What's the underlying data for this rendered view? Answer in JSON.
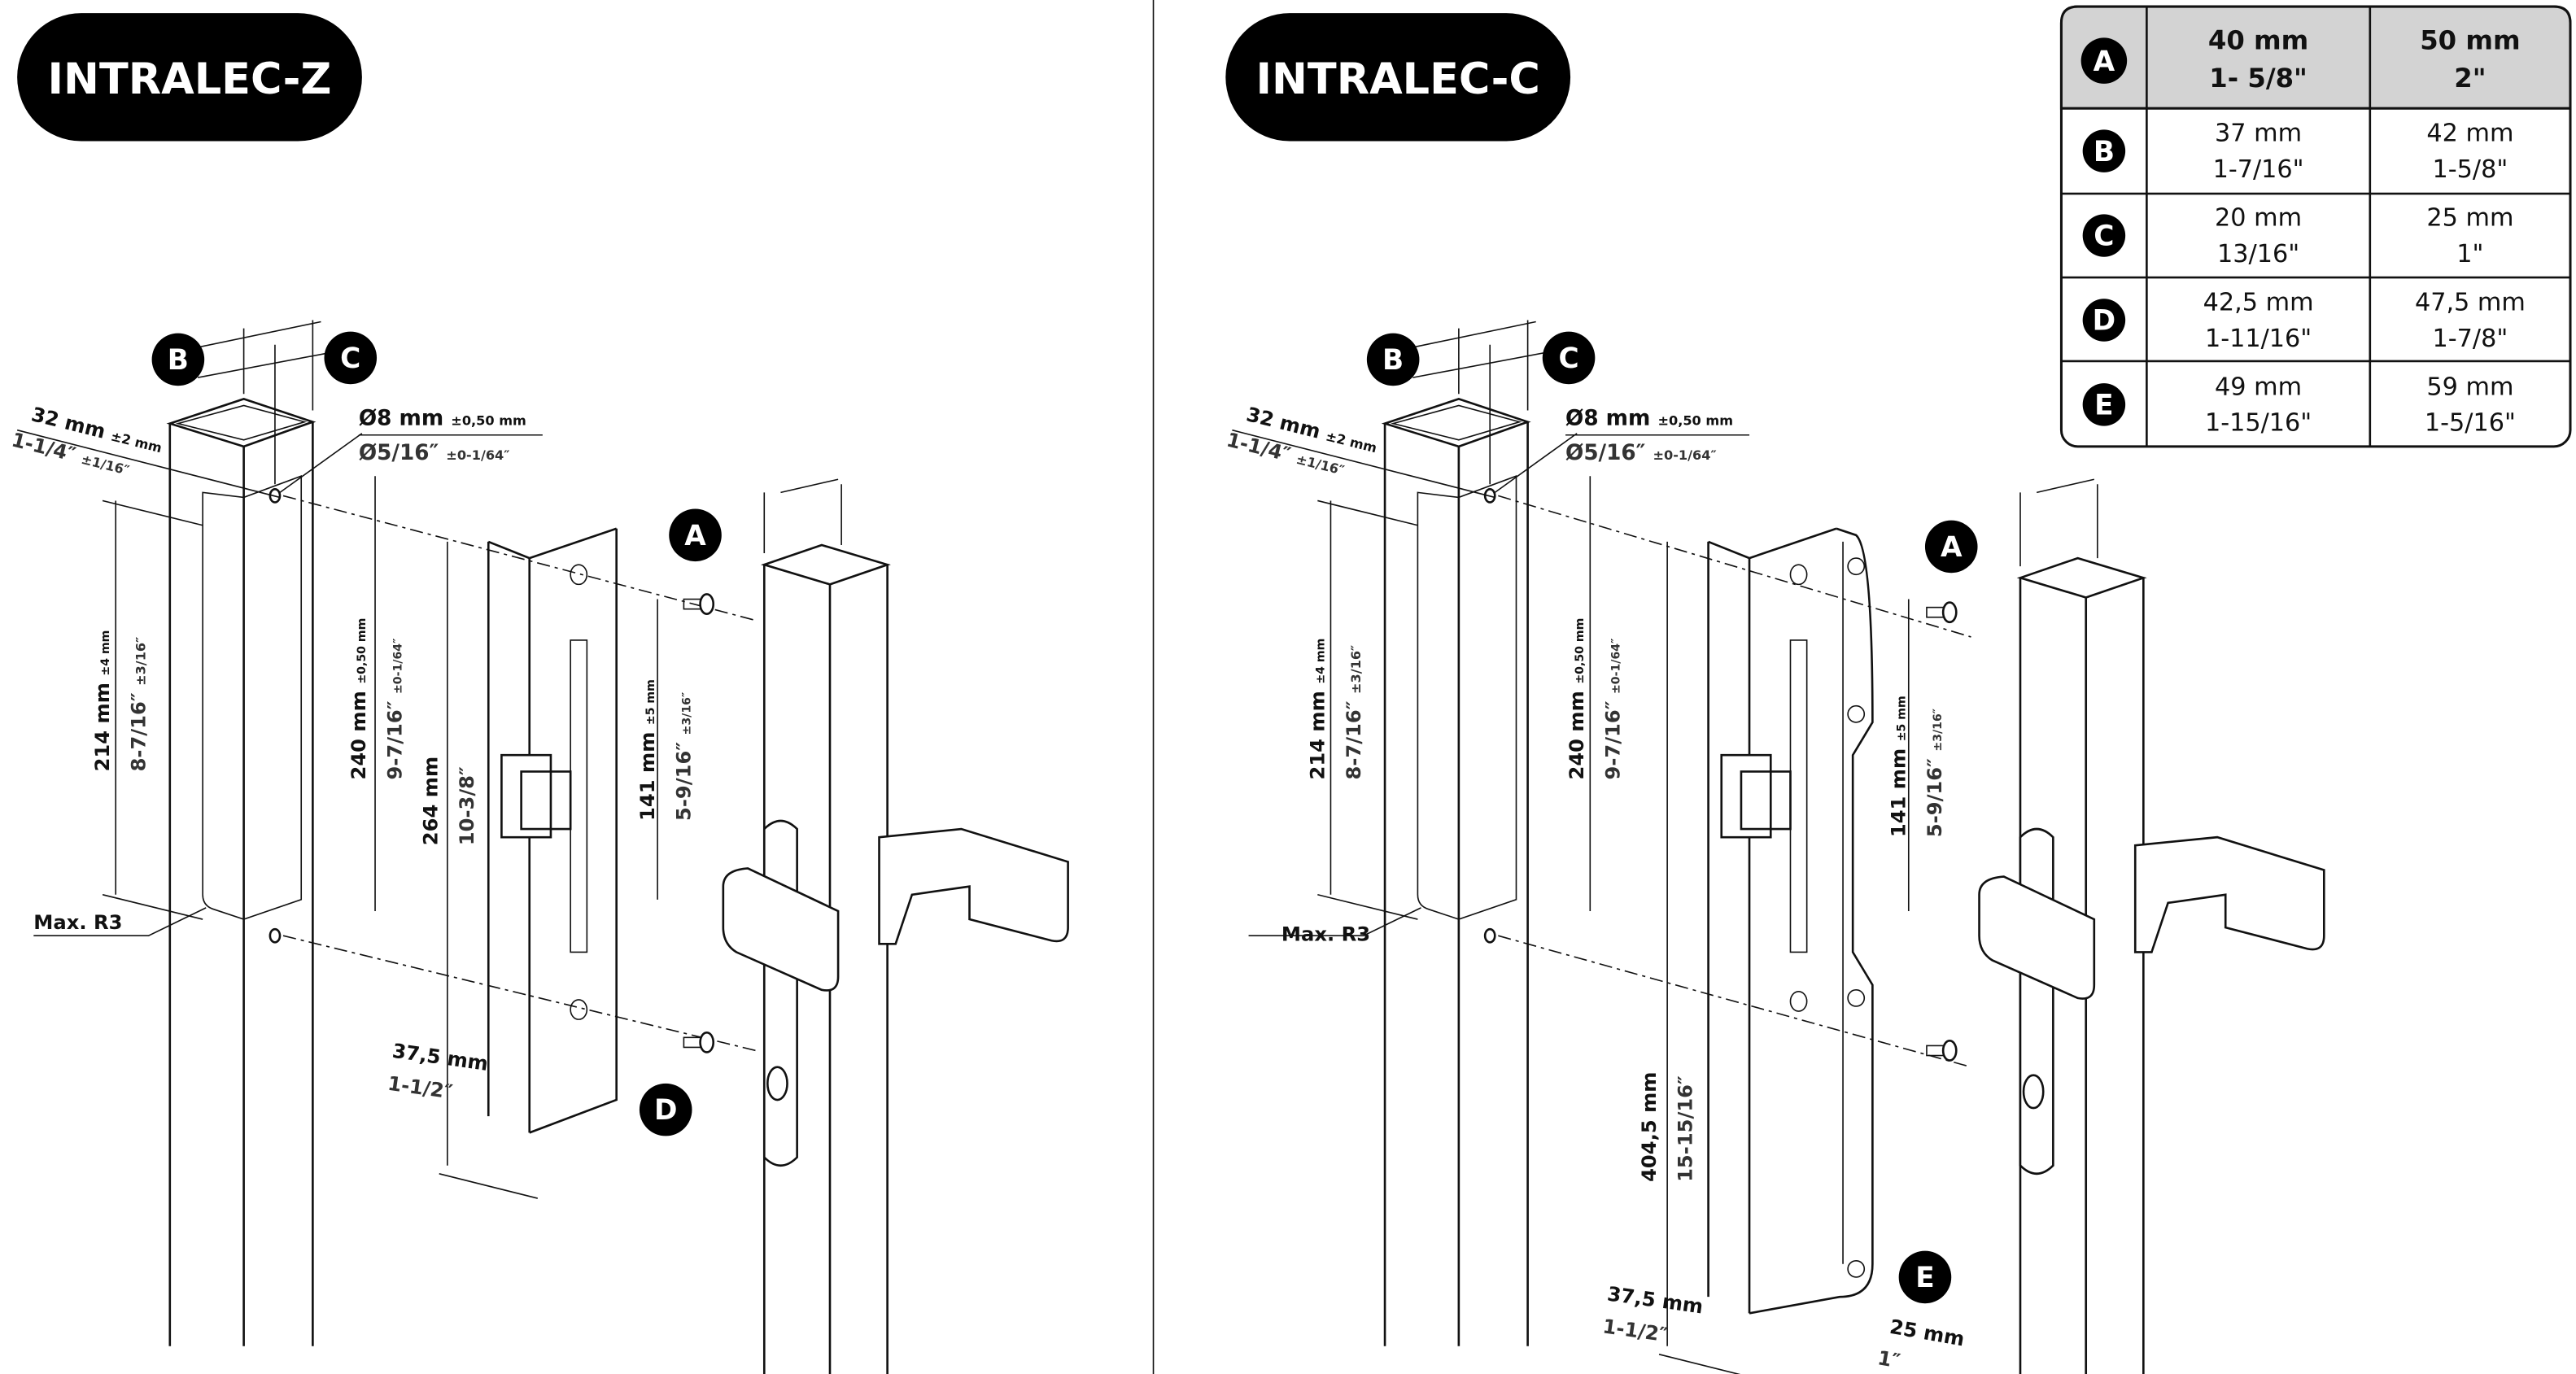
{
  "titles": {
    "left": "INTRALEC-Z",
    "right": "INTRALEC-C"
  },
  "markers": {
    "A": "A",
    "B": "B",
    "C": "C",
    "D": "D",
    "E": "E"
  },
  "dimensions": {
    "tube_depth_mm": "32 mm",
    "tube_depth_mm_tol": "±2 mm",
    "tube_depth_in": "1-1/4″",
    "tube_depth_in_tol": "±1/16″",
    "hole_mm": "Ø8 mm",
    "hole_mm_tol": "±0,50 mm",
    "hole_in": "Ø5/16″",
    "hole_in_tol": "±0-1/64″",
    "cutout_mm": "214 mm",
    "cutout_mm_tol": "±4 mm",
    "cutout_in": "8-7/16″",
    "cutout_in_tol": "±3/16″",
    "holes_mm": "240 mm",
    "holes_mm_tol": "±0,50 mm",
    "holes_in": "9-7/16″",
    "holes_in_tol": "±0-1/64″",
    "plate_z_mm": "264 mm",
    "plate_z_in": "10-3/8″",
    "handle_mm": "141 mm",
    "handle_mm_tol": "±5 mm",
    "handle_in": "5-9/16″",
    "handle_in_tol": "±3/16″",
    "radius": "Max. R3",
    "plate_depth_mm": "37,5 mm",
    "plate_depth_in": "1-1/2″",
    "plate_c_mm": "404,5 mm",
    "plate_c_in": "15-15/16″",
    "flange_mm": "25 mm",
    "flange_in": "1″"
  },
  "table": {
    "header": {
      "key": "A",
      "col1": [
        "40 mm",
        "1- 5/8\""
      ],
      "col2": [
        "50 mm",
        "2\""
      ]
    },
    "rows": [
      {
        "key": "B",
        "col1": [
          "37 mm",
          "1-7/16\""
        ],
        "col2": [
          "42 mm",
          "1-5/8\""
        ]
      },
      {
        "key": "C",
        "col1": [
          "20 mm",
          "13/16\""
        ],
        "col2": [
          "25 mm",
          "1\""
        ]
      },
      {
        "key": "D",
        "col1": [
          "42,5 mm",
          "1-11/16\""
        ],
        "col2": [
          "47,5 mm",
          "1-7/8\""
        ]
      },
      {
        "key": "E",
        "col1": [
          "49 mm",
          "1-15/16\""
        ],
        "col2": [
          "59 mm",
          "1-5/16\""
        ]
      }
    ]
  }
}
